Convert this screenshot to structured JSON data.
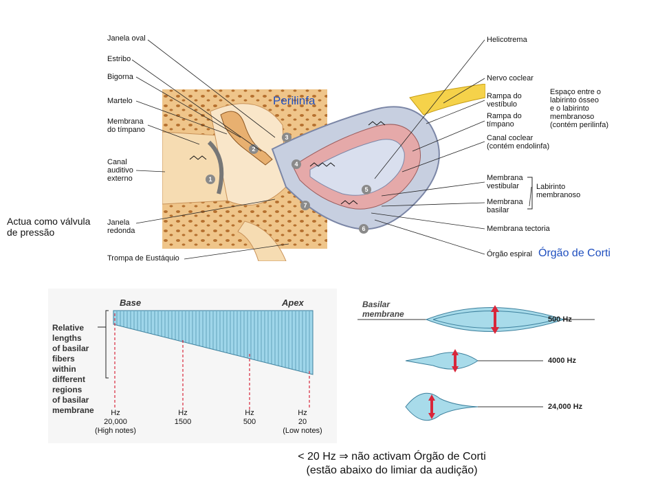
{
  "ear": {
    "labels_left": [
      {
        "id": "janela-oval",
        "text": "Janela oval"
      },
      {
        "id": "estribo",
        "text": "Estribo"
      },
      {
        "id": "bigorna",
        "text": "Bigorna"
      },
      {
        "id": "martelo",
        "text": "Martelo"
      },
      {
        "id": "membrana-timpano",
        "text": "Membrana\ndo tímpano"
      },
      {
        "id": "canal-auditivo",
        "text": "Canal\nauditivo\nexterno"
      },
      {
        "id": "janela-redonda",
        "text": "Janela\nredonda"
      },
      {
        "id": "trompa",
        "text": "Trompa de Eustáquio"
      }
    ],
    "labels_right": [
      {
        "id": "helicotrema",
        "text": "Helicotrema"
      },
      {
        "id": "nervo-coclear",
        "text": "Nervo coclear"
      },
      {
        "id": "rampa-vestibulo",
        "text": "Rampa do\nvestíbulo"
      },
      {
        "id": "rampa-timpano",
        "text": "Rampa do\ntímpano"
      },
      {
        "id": "espaco",
        "text": "Espaço entre o\nlabirinto ósseo\ne o labirinto\nmembranoso\n(contém perilinfa)"
      },
      {
        "id": "canal-coclear",
        "text": "Canal coclear\n(contém endolinfa)"
      },
      {
        "id": "membrana-vestibular",
        "text": "Membrana\nvestibular"
      },
      {
        "id": "labirinto",
        "text": "Labirinto\nmembranoso"
      },
      {
        "id": "membrana-basilar",
        "text": "Membrana\nbasilar"
      },
      {
        "id": "membrana-tectoria",
        "text": "Membrana tectoria"
      },
      {
        "id": "orgao-espiral",
        "text": "Órgão espiral"
      }
    ],
    "numbers": [
      "1",
      "2",
      "3",
      "4",
      "5",
      "6",
      "7"
    ],
    "perilinfa": "Perilinfa",
    "orgao_corti": "Órgão de Corti",
    "side_note": "Actua como válvula\nde pressão"
  },
  "basilar": {
    "base": "Base",
    "apex": "Apex",
    "relative": "Relative\nlengths\nof basilar\nfibers\nwithin\ndifferent\nregions\nof basilar\nmembrane",
    "freqs": [
      {
        "id": "f20000",
        "text": "Hz\n20,000\n(High notes)"
      },
      {
        "id": "f1500",
        "text": "Hz\n1500"
      },
      {
        "id": "f500",
        "text": "Hz\n500"
      },
      {
        "id": "f20",
        "text": "Hz\n20\n(Low notes)"
      }
    ],
    "bm_title": "Basilar\nmembrane",
    "bm_freqs": [
      "500 Hz",
      "4000 Hz",
      "24,000 Hz"
    ]
  },
  "caption": {
    "line1_pre": "< 20 Hz",
    "arrow": "⇒",
    "line1_post": "não activam Órgão de Corti",
    "line2": "(estão abaixo do limiar da audição)"
  },
  "colors": {
    "bone": "#f2c98a",
    "membrane": "#b9c4dc",
    "fiber": "#8fd0e6",
    "accent_blue": "#1f4fbf",
    "red": "#d9263a"
  }
}
